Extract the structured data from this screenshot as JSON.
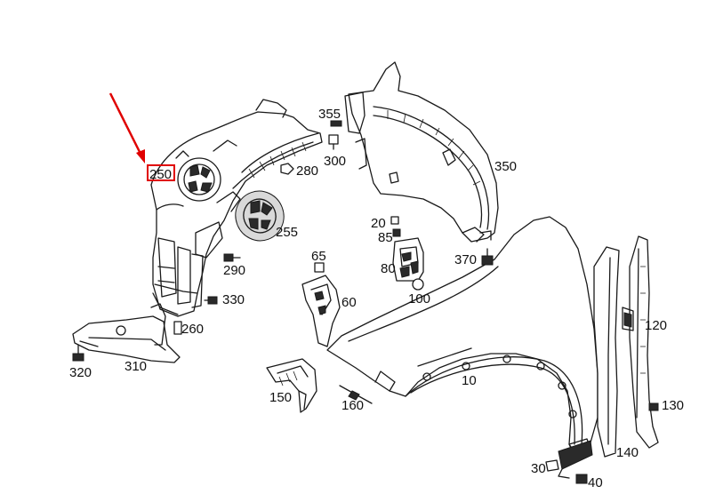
{
  "diagram": {
    "highlight": {
      "part": "250",
      "box_color": "#e00000",
      "arrow_color": "#e00000"
    },
    "labels": {
      "p10": "10",
      "p20": "20",
      "p30": "30",
      "p40": "40",
      "p60": "60",
      "p65": "65",
      "p80": "80",
      "p85": "85",
      "p100": "100",
      "p120": "120",
      "p130": "130",
      "p140": "140",
      "p150": "150",
      "p160": "160",
      "p250": "250",
      "p255": "255",
      "p260": "260",
      "p280": "280",
      "p290": "290",
      "p300": "300",
      "p310": "310",
      "p320": "320",
      "p330": "330",
      "p350": "350",
      "p355": "355",
      "p370": "370"
    }
  }
}
